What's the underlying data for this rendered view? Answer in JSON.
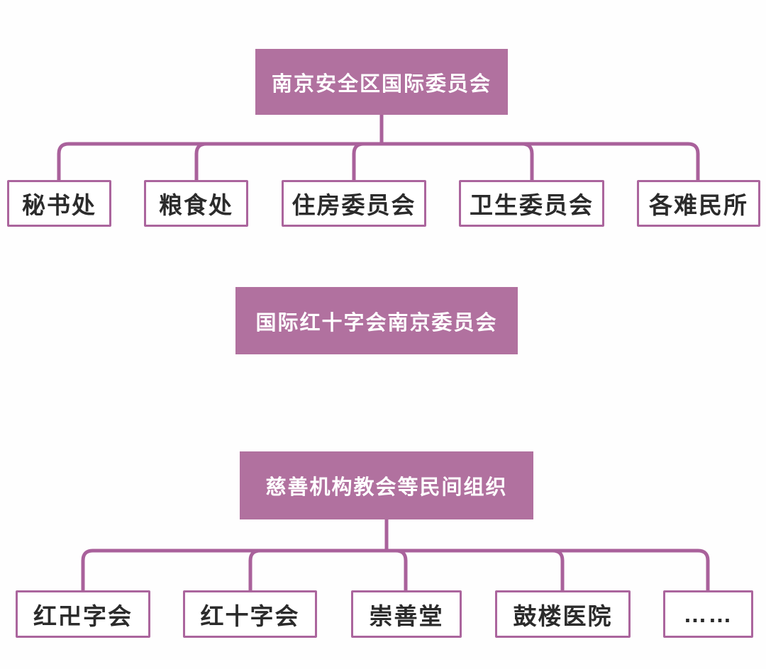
{
  "colors": {
    "node_fill": "#b1719f",
    "node_text": "#ffffff",
    "connector": "#a9619b",
    "leaf_border": "#ab659d",
    "leaf_text": "#2b2b2b",
    "background": "#fefefe"
  },
  "sections": [
    {
      "parent": {
        "label": "南京安全区国际委员会"
      },
      "children": [
        {
          "label": "秘书处"
        },
        {
          "label": "粮食处"
        },
        {
          "label": "住房委员会"
        },
        {
          "label": "卫生委员会"
        },
        {
          "label": "各难民所"
        }
      ]
    },
    {
      "parent": {
        "label": "国际红十字会南京委员会"
      },
      "children": []
    },
    {
      "parent": {
        "label": "慈善机构教会等民间组织"
      },
      "children": [
        {
          "label": "红卍字会"
        },
        {
          "label": "红十字会"
        },
        {
          "label": "崇善堂"
        },
        {
          "label": "鼓楼医院"
        },
        {
          "label": "……"
        }
      ]
    }
  ]
}
